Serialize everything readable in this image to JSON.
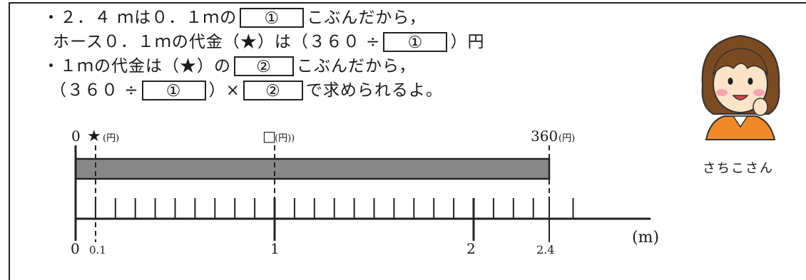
{
  "text": {
    "line1": {
      "prefix": "・２．４ ｍは０．１ｍの",
      "box": "①",
      "suffix": "こぶんだから，"
    },
    "line2": {
      "prefix": "ホース０．１ｍの代金（★）は（３６０ ÷",
      "box": "①",
      "suffix": "）円"
    },
    "line3": {
      "prefix": "・１ｍの代金は（★）の",
      "box": "②",
      "suffix": "こぶんだから，"
    },
    "line4": {
      "prefix": "（３６０ ÷",
      "box1": "①",
      "mid": "）×",
      "box2": "②",
      "suffix": "で求められるよ。"
    }
  },
  "diagram": {
    "price_labels": {
      "zero": "0",
      "star": "★",
      "star_unit": "(円)",
      "square": "□",
      "square_unit": "(円))",
      "total": "360",
      "total_unit": "(円)"
    },
    "length_labels": {
      "zero": "0",
      "p01": "0.1",
      "one": "1",
      "two": "2",
      "p24": "2.4",
      "unit": "(m)"
    },
    "total_price": 360,
    "total_length": 2.4,
    "tick_step": 0.1,
    "bar_color": "#888888"
  },
  "character": {
    "name": "さちこさん"
  }
}
